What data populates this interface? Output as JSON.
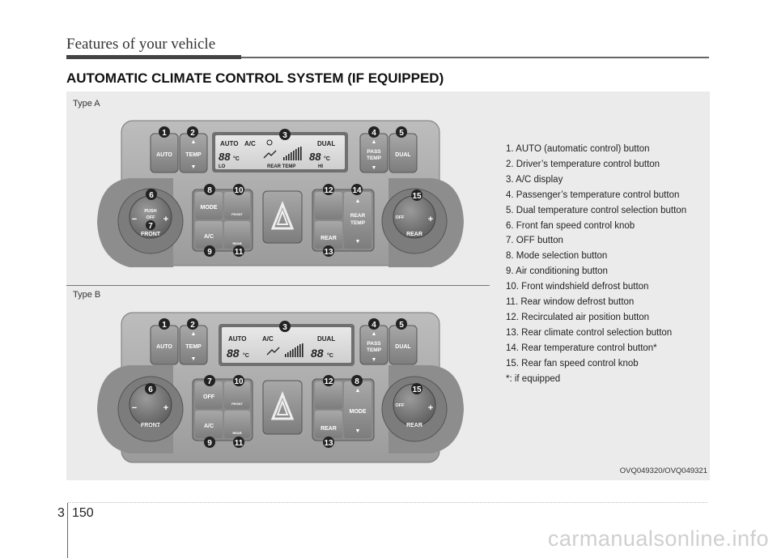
{
  "header": {
    "title": "Features of your vehicle"
  },
  "section_heading": "AUTOMATIC CLIMATE CONTROL SYSTEM (IF EQUIPPED)",
  "types": {
    "a": "Type A",
    "b": "Type B"
  },
  "legend": [
    "1. AUTO (automatic control) button",
    "2. Driver’s temperature control button",
    "3. A/C display",
    "4. Passenger’s temperature control button",
    "5. Dual temperature control selection button",
    "6. Front fan speed control knob",
    "7. OFF button",
    "8. Mode selection button",
    "9. Air conditioning button",
    "10. Front windshield defrost button",
    "11. Rear window defrost button",
    "12. Recirculated air position button",
    "13. Rear climate control selection button",
    "14. Rear temperature control button*",
    "15. Rear fan speed control knob",
    "*: if equipped"
  ],
  "ref_code": "OVQ049320/OVQ049321",
  "footer": {
    "section": "3",
    "page": "150"
  },
  "watermark": "carmanualsonline.info",
  "panel": {
    "auto": "AUTO",
    "temp": "TEMP",
    "pass": "PASS",
    "pass_temp": "TEMP",
    "dual": "DUAL",
    "mode": "MODE",
    "ac": "A/C",
    "rear": "REAR",
    "rear_temp_1": "REAR",
    "rear_temp_2": "TEMP",
    "front": "FRONT",
    "off": "OFF",
    "push": "PUSH",
    "push_off": "OFF",
    "front_small": "FRONT",
    "rear_small": "REAR",
    "lcd_auto": "AUTO",
    "lcd_ac": "A/C",
    "lcd_dual": "DUAL",
    "lcd_temp_left": "88",
    "lcd_temp_right": "88",
    "lcd_unit": "°C",
    "lcd_lo": "LO",
    "lcd_rear_temp": "REAR TEMP",
    "lcd_hi": "HI"
  },
  "callouts_a": [
    "1",
    "2",
    "3",
    "4",
    "5",
    "6",
    "7",
    "8",
    "10",
    "12",
    "14",
    "15",
    "9",
    "11",
    "13"
  ],
  "callouts_b": [
    "1",
    "2",
    "3",
    "4",
    "5",
    "6",
    "7",
    "10",
    "12",
    "8",
    "15",
    "9",
    "11",
    "13"
  ]
}
